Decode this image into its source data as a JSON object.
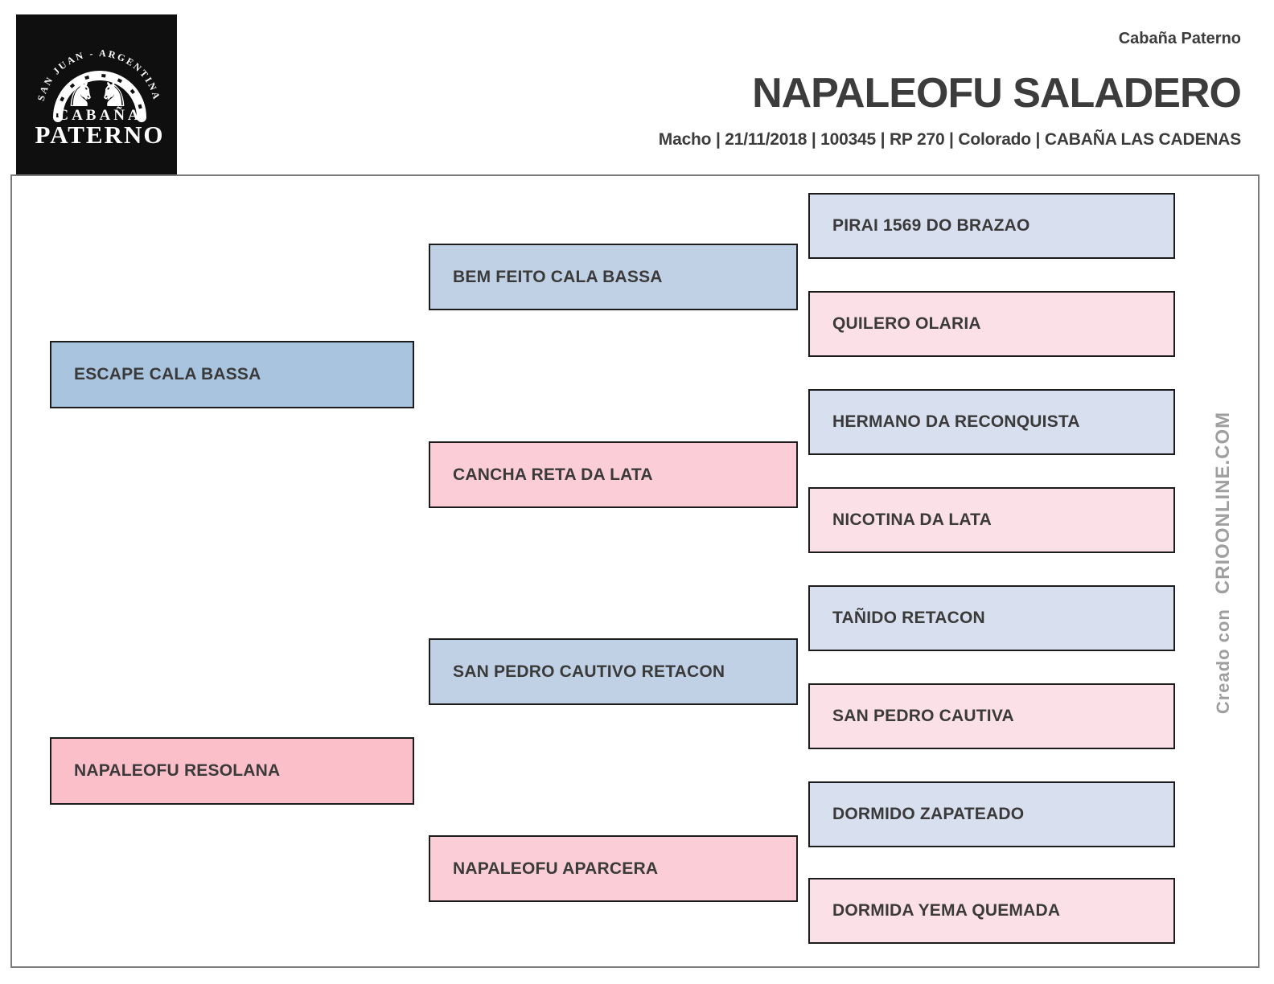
{
  "header": {
    "farm_name": "Cabaña Paterno",
    "title": "NAPALEOFU SALADERO",
    "subtitle": "Macho | 21/11/2018 | 100345 | RP 270 | Colorado | CABAÑA LAS CADENAS"
  },
  "logo": {
    "arc_text": "SAN JUAN - ARGENTINA",
    "line1": "CABAÑA",
    "line2": "PATERNO",
    "horse_glyph": "♞"
  },
  "pedigree": {
    "gen1": [
      {
        "name": "ESCAPE CALA BASSA",
        "sex": "male"
      },
      {
        "name": "NAPALEOFU RESOLANA",
        "sex": "female"
      }
    ],
    "gen2": [
      {
        "name": "BEM FEITO CALA BASSA",
        "sex": "male"
      },
      {
        "name": "CANCHA RETA DA LATA",
        "sex": "female"
      },
      {
        "name": "SAN PEDRO CAUTIVO RETACON",
        "sex": "male"
      },
      {
        "name": "NAPALEOFU APARCERA",
        "sex": "female"
      }
    ],
    "gen3": [
      {
        "name": "PIRAI 1569 DO BRAZAO",
        "sex": "male"
      },
      {
        "name": "QUILERO OLARIA",
        "sex": "female"
      },
      {
        "name": "HERMANO DA RECONQUISTA",
        "sex": "male"
      },
      {
        "name": "NICOTINA DA LATA",
        "sex": "female"
      },
      {
        "name": "TAÑIDO RETACON",
        "sex": "male"
      },
      {
        "name": "SAN PEDRO CAUTIVA",
        "sex": "female"
      },
      {
        "name": "DORMIDO ZAPATEADO",
        "sex": "male"
      },
      {
        "name": "DORMIDA YEMA QUEMADA",
        "sex": "female"
      }
    ]
  },
  "watermark": {
    "prefix": "Creado con",
    "brand": "CRIOONLINE.COM"
  },
  "colors": {
    "male_gen1": "#a9c4df",
    "male_gen2": "#c0d1e6",
    "male_gen3": "#d8dfee",
    "female_gen1": "#fbbfca",
    "female_gen2": "#fbced7",
    "female_gen3": "#fce0e7",
    "box_border": "#1c1c1c",
    "frame_border": "#7b7b7b",
    "text_dark": "#3a3a3a",
    "header_text": "#3c3c3c",
    "watermark": "#9f9f9f",
    "logo_bg": "#0f0f0f"
  }
}
